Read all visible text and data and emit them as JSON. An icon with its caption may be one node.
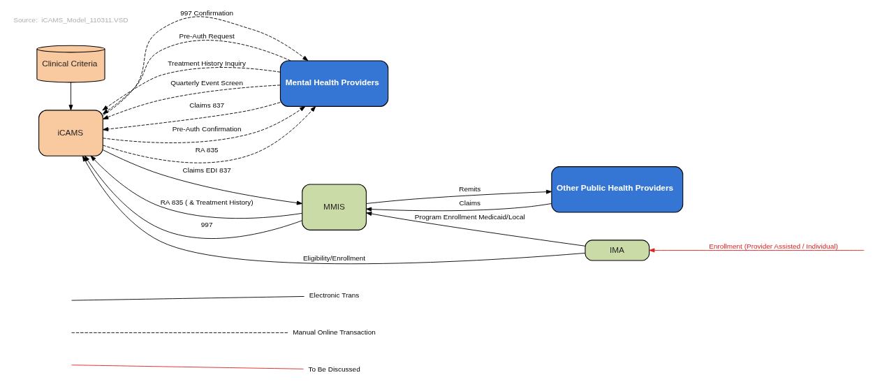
{
  "diagram": {
    "nodes": [
      {
        "text": [
          "Clinical Criteria"
        ]
      },
      {
        "text": [
          "Mental Health Providers"
        ]
      },
      {
        "text": [
          "iCAMS"
        ]
      },
      {
        "text": [
          "Other Public Health Providers"
        ]
      },
      {
        "text": [
          "MMIS"
        ]
      },
      {
        "text": [
          "IMA"
        ]
      }
    ],
    "edges": [
      {
        "from": 0,
        "to": 2,
        "arrow": "to"
      },
      {
        "from": 1,
        "to": 2,
        "arrow": "to",
        "label": "Pre-Auth Request",
        "style": "dashed"
      },
      {
        "from": 2,
        "to": 1,
        "arrow": "to",
        "label": "Pre-Auth Confirmation",
        "style": "dashed"
      },
      {
        "from": 1,
        "to": 2,
        "arrow": "to",
        "label": "Treatment History Inquiry",
        "style": "dashed"
      },
      {
        "from": 1,
        "to": 2,
        "arrow": "to",
        "label": "Quarterly Event Screen",
        "style": "dashed"
      },
      {
        "from": 1,
        "to": 2,
        "arrow": "to",
        "label": "Claims 837",
        "style": "dashed"
      },
      {
        "from": 2,
        "to": 1,
        "arrow": "to",
        "label": "RA 835",
        "style": "dashed"
      },
      {
        "from": 2,
        "to": 1,
        "arrow": "to",
        "label": "997 Confirmation",
        "style": "dashed"
      },
      {
        "from": 2,
        "to": 4,
        "arrow": "to",
        "label": "Claims EDI 837"
      },
      {
        "from": 4,
        "to": 2,
        "arrow": "to",
        "label": "RA 835 ( & Treatment History)"
      },
      {
        "from": 4,
        "to": 2,
        "arrow": "to",
        "label": "997"
      },
      {
        "from": 3,
        "to": 4,
        "arrow": "to",
        "label": "Claims"
      },
      {
        "from": 4,
        "to": 3,
        "arrow": "to",
        "label": "Remits"
      },
      {
        "from": 5,
        "to": 4,
        "arrow": "to",
        "label": "Program Enrollment Medicaid/Local"
      },
      {
        "from": 5,
        "to": 2,
        "arrow": "to",
        "label": "Eligibility/Enrollment"
      },
      {
        "from": null,
        "to": 5,
        "arrow": "to",
        "label": "Enrollment (Provider Assisted / Individual)",
        "color": "#e02020"
      }
    ],
    "labels": [
      "Source:  iCAMS_Model_110311.VSD"
    ],
    "legend": [
      {
        "text": "Electronic Trans"
      },
      {
        "text": "Manual Online Transaction"
      },
      {
        "text": "To Be Discussed"
      }
    ]
  }
}
